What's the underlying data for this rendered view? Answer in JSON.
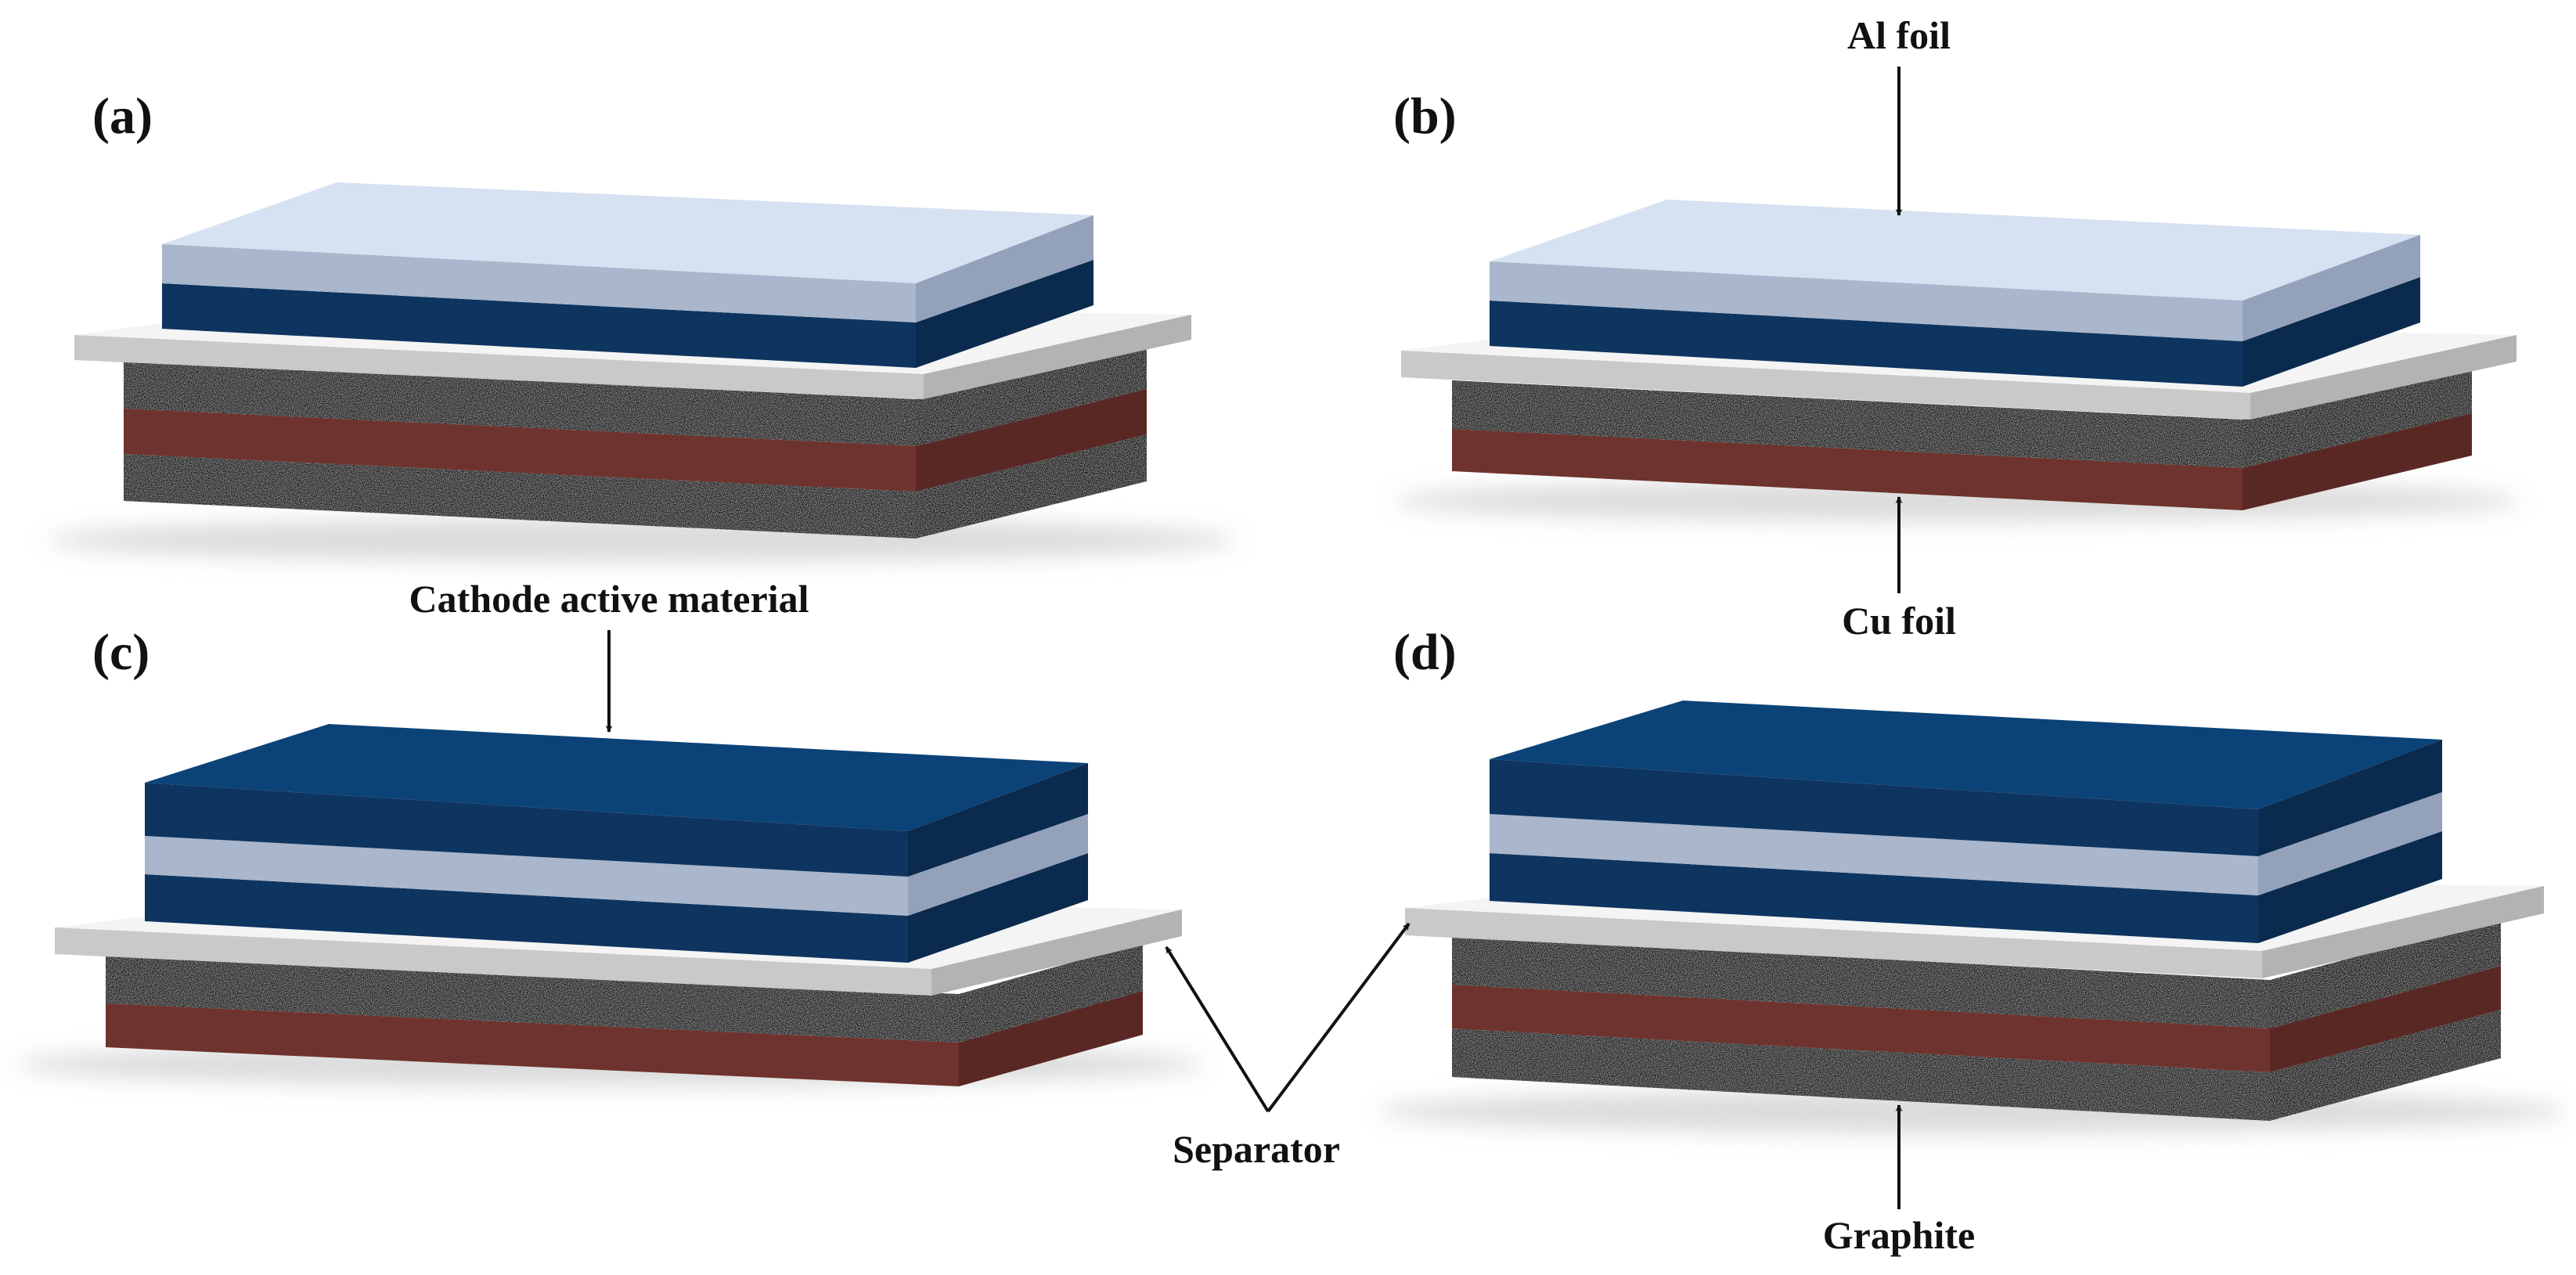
{
  "panels": {
    "a": {
      "label": "(a)"
    },
    "b": {
      "label": "(b)"
    },
    "c": {
      "label": "(c)"
    },
    "d": {
      "label": "(d)"
    }
  },
  "callouts": {
    "al_foil": "Al foil",
    "cu_foil": "Cu foil",
    "cathode": "Cathode active material",
    "separator": "Separator",
    "graphite": "Graphite"
  },
  "colors": {
    "al_foil": "#c9d7ea",
    "cathode": "#0e3a66",
    "separator": "#ececec",
    "graphite": "#1e1e1e",
    "cu_foil": "#7a3a34"
  }
}
